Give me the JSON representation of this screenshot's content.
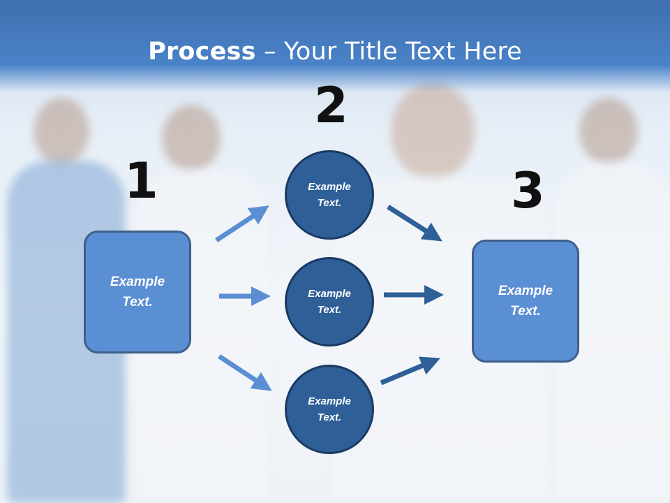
{
  "title": {
    "bold": "Process",
    "rest": " – Your Title Text Here"
  },
  "steps": {
    "one": "1",
    "two": "2",
    "three": "3"
  },
  "boxes": {
    "left": "Example\nText.",
    "right": "Example\nText."
  },
  "circles": {
    "top": "Example\nText.",
    "middle": "Example\nText.",
    "bottom": "Example\nText."
  },
  "colors": {
    "header": "#4a82c8",
    "box_fill": "#5b8fd3",
    "circle_fill": "#2e5f97",
    "arrow_light": "#5b8fd3",
    "arrow_dark": "#2e5f97"
  }
}
